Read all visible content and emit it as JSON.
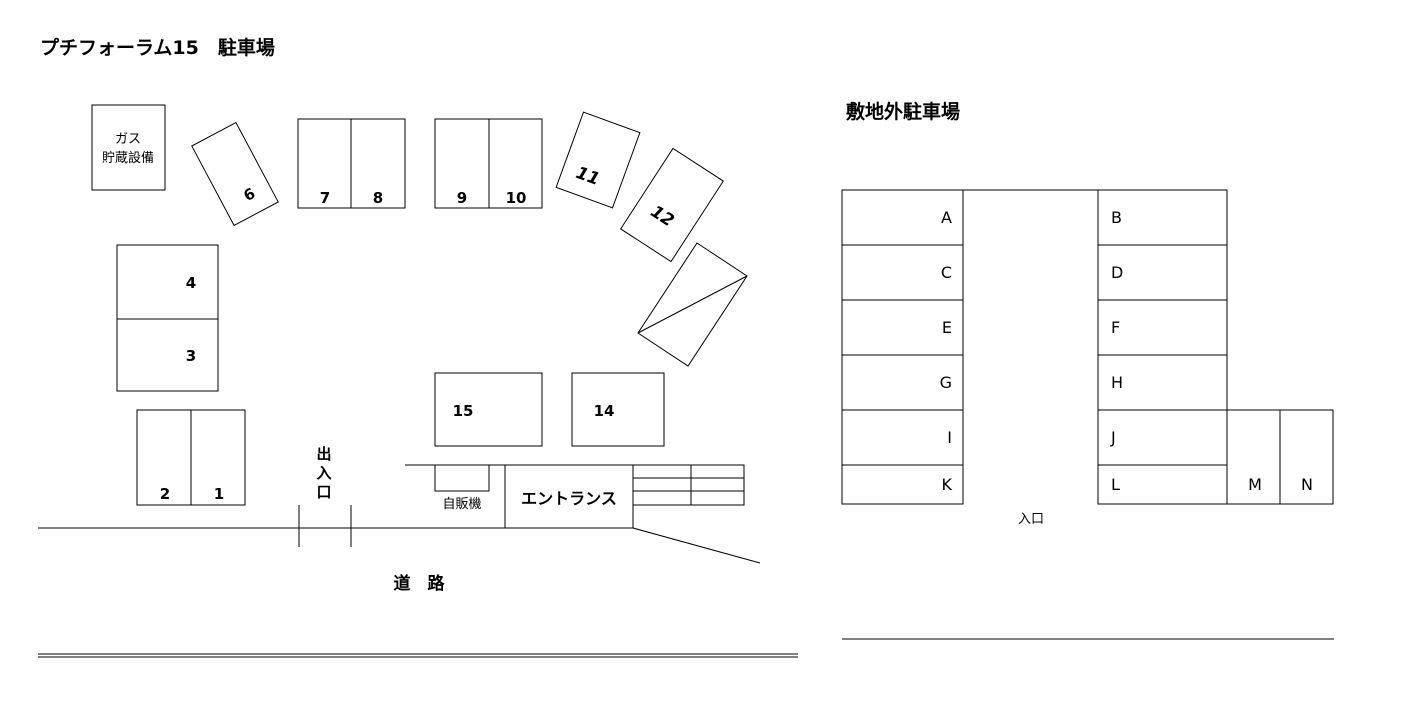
{
  "main_title": "プチフォーラム15　駐車場",
  "offsite_title": "敷地外駐車場",
  "facility": {
    "gas_line1": "ガス",
    "gas_line2": "貯蔵設備",
    "vending": "自販機",
    "entrance": "エントランス",
    "exit_entry": [
      "出",
      "入",
      "口"
    ],
    "road": "道　路"
  },
  "spaces": {
    "s1": "1",
    "s2": "2",
    "s3": "3",
    "s4": "4",
    "s6": "6",
    "s7": "7",
    "s8": "8",
    "s9": "9",
    "s10": "10",
    "s11": "11",
    "s12": "12",
    "s14": "14",
    "s15": "15"
  },
  "offsite": {
    "left": [
      "A",
      "C",
      "E",
      "G",
      "I",
      "K"
    ],
    "right": [
      "B",
      "D",
      "F",
      "H",
      "J",
      "L"
    ],
    "extra": [
      "M",
      "N"
    ],
    "entrance": "入口"
  }
}
